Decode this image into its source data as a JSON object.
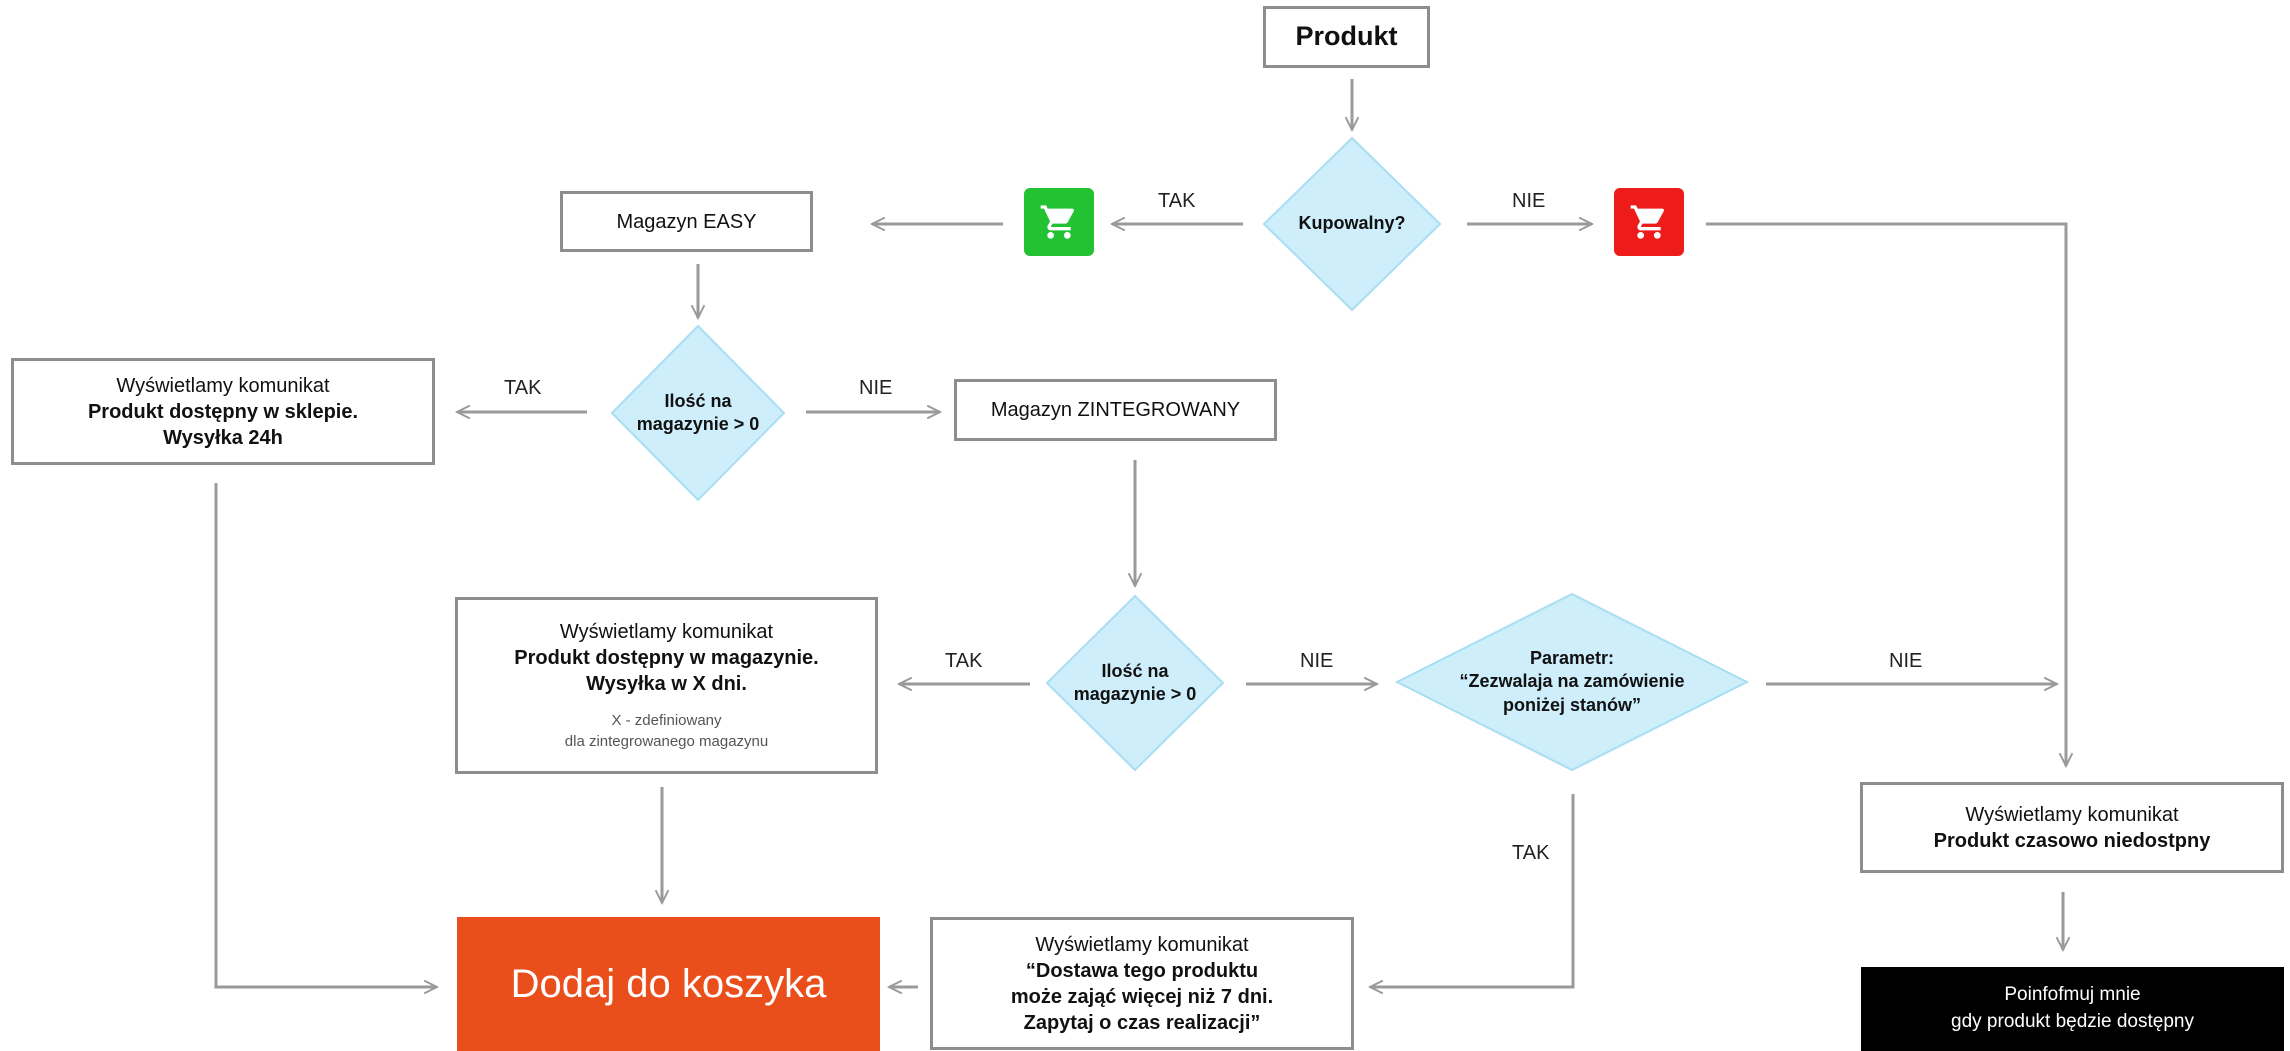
{
  "colors": {
    "diamond_fill": "#cdeefa",
    "diamond_stroke": "#a9def2",
    "line": "#9a9a9a",
    "cart_green": "#22c232",
    "cart_red": "#ee1b1b",
    "cta_orange": "#e94e1b",
    "notify_black": "#000000"
  },
  "nodes": {
    "produkt": "Produkt",
    "kupowalny": "Kupowalny?",
    "magazyn_easy": "Magazyn EASY",
    "ilosc1": {
      "l1": "Ilość na",
      "l2": "magazynie > 0"
    },
    "msg24": {
      "l1": "Wyświetlamy komunikat",
      "l2": "Produkt dostępny w sklepie.",
      "l3": "Wysyłka 24h"
    },
    "magazyn_zint": "Magazyn ZINTEGROWANY",
    "ilosc2": {
      "l1": "Ilość na",
      "l2": "magazynie > 0"
    },
    "msgx": {
      "l1": "Wyświetlamy komunikat",
      "l2": "Produkt dostępny w magazynie.",
      "l3": "Wysyłka w X dni.",
      "n1": "X - zdefiniowany",
      "n2": "dla zintegrowanego magazynu"
    },
    "parametr": {
      "l1": "Parametr:",
      "l2": "“Zezwalaja na zamówienie",
      "l3": "poniżej stanów”"
    },
    "msg_niedostepny": {
      "l1": "Wyświetlamy komunikat",
      "l2": "Produkt czasowo niedostpny"
    },
    "dodaj": "Dodaj do koszyka",
    "msg7": {
      "l1": "Wyświetlamy komunikat",
      "l2": "“Dostawa tego produktu",
      "l3": "może zająć więcej niż 7 dni.",
      "l4": "Zapytaj o czas realizacji”"
    },
    "powiadom": {
      "l1": "Poinfofmuj mnie",
      "l2": "gdy produkt będzie dostępny"
    }
  },
  "labels": {
    "tak_kupowalny": "TAK",
    "nie_kupowalny": "NIE",
    "tak_ilosc1": "TAK",
    "nie_ilosc1": "NIE",
    "tak_ilosc2": "TAK",
    "nie_ilosc2": "NIE",
    "nie_parametr": "NIE",
    "tak_parametr": "TAK"
  },
  "icons": {
    "cart_available": "shopping-cart-icon",
    "cart_unavailable": "shopping-cart-icon"
  }
}
